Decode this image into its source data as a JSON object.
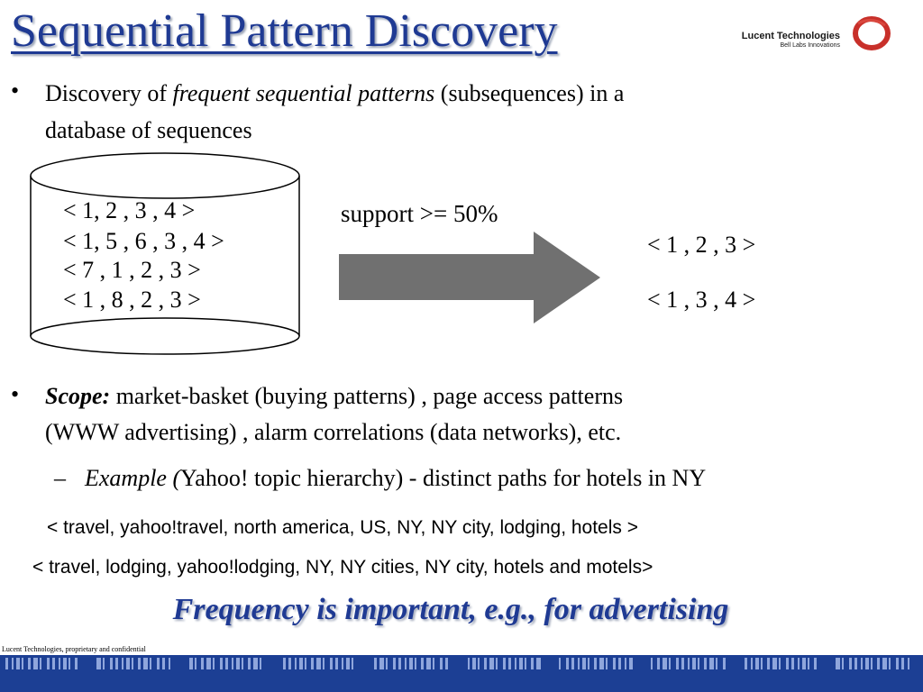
{
  "title": "Sequential Pattern Discovery",
  "logo": {
    "name": "Lucent Technologies",
    "tagline": "Bell Labs Innovations",
    "color_ring": "#c8302a"
  },
  "bullet_symbol": "•",
  "bullet1": {
    "prefix": "Discovery of ",
    "emphasis": "frequent  sequential patterns",
    "suffix": " (subsequences) in a",
    "line2": "database of sequences"
  },
  "database": {
    "sequences": [
      "< 1, 2 , 3 , 4 >",
      "< 1, 5 , 6 , 3 , 4 >",
      "< 7 , 1 , 2 , 3 >",
      "< 1 , 8 , 2 , 3 >"
    ]
  },
  "support_label": "support >= 50%",
  "results": [
    "< 1 , 2 , 3 >",
    "< 1 , 3 , 4 >"
  ],
  "bullet2": {
    "label": "Scope:",
    "line1": " market-basket (buying patterns) , page access patterns",
    "line2": "(WWW advertising) ,  alarm correlations (data networks), etc."
  },
  "example": {
    "dash": "–",
    "label": "Example (",
    "text": "Yahoo! topic hierarchy) - distinct paths for hotels in NY"
  },
  "paths": [
    "< travel, yahoo!travel, north america, US, NY, NY city, lodging, hotels >",
    "< travel, lodging, yahoo!lodging, NY, NY cities, NY city, hotels and motels>"
  ],
  "conclusion": "Frequency is important, e.g., for advertising",
  "footer": "Lucent Technologies, proprietary and confidential",
  "colors": {
    "title": "#1f3a93",
    "footer_bar": "#1c3f94",
    "arrow": "#707070"
  }
}
